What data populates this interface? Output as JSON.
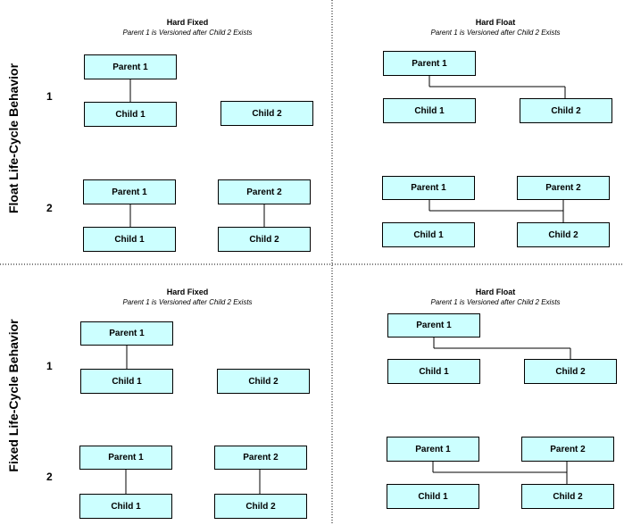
{
  "row_labels": {
    "top": "Float Life-Cycle Behavior",
    "bottom": "Fixed Life-Cycle Behavior"
  },
  "scenario_numbers": [
    "1",
    "2"
  ],
  "panels": {
    "top_left": {
      "title": "Hard Fixed",
      "subtitle": "Parent 1 is Versioned after Child 2 Exists"
    },
    "top_right": {
      "title": "Hard Float",
      "subtitle": "Parent 1 is Versioned after Child 2 Exists"
    },
    "bottom_left": {
      "title": "Hard Fixed",
      "subtitle": "Parent 1 is Versioned after Child 2 Exists"
    },
    "bottom_right": {
      "title": "Hard Float",
      "subtitle": "Parent 1 is Versioned after Child 2 Exists"
    }
  },
  "nodes": {
    "parent1": "Parent 1",
    "parent2": "Parent 2",
    "child1": "Child 1",
    "child2": "Child 2"
  },
  "colors": {
    "box_fill": "#ccffff",
    "box_border": "#000000",
    "divider": "#000000"
  }
}
